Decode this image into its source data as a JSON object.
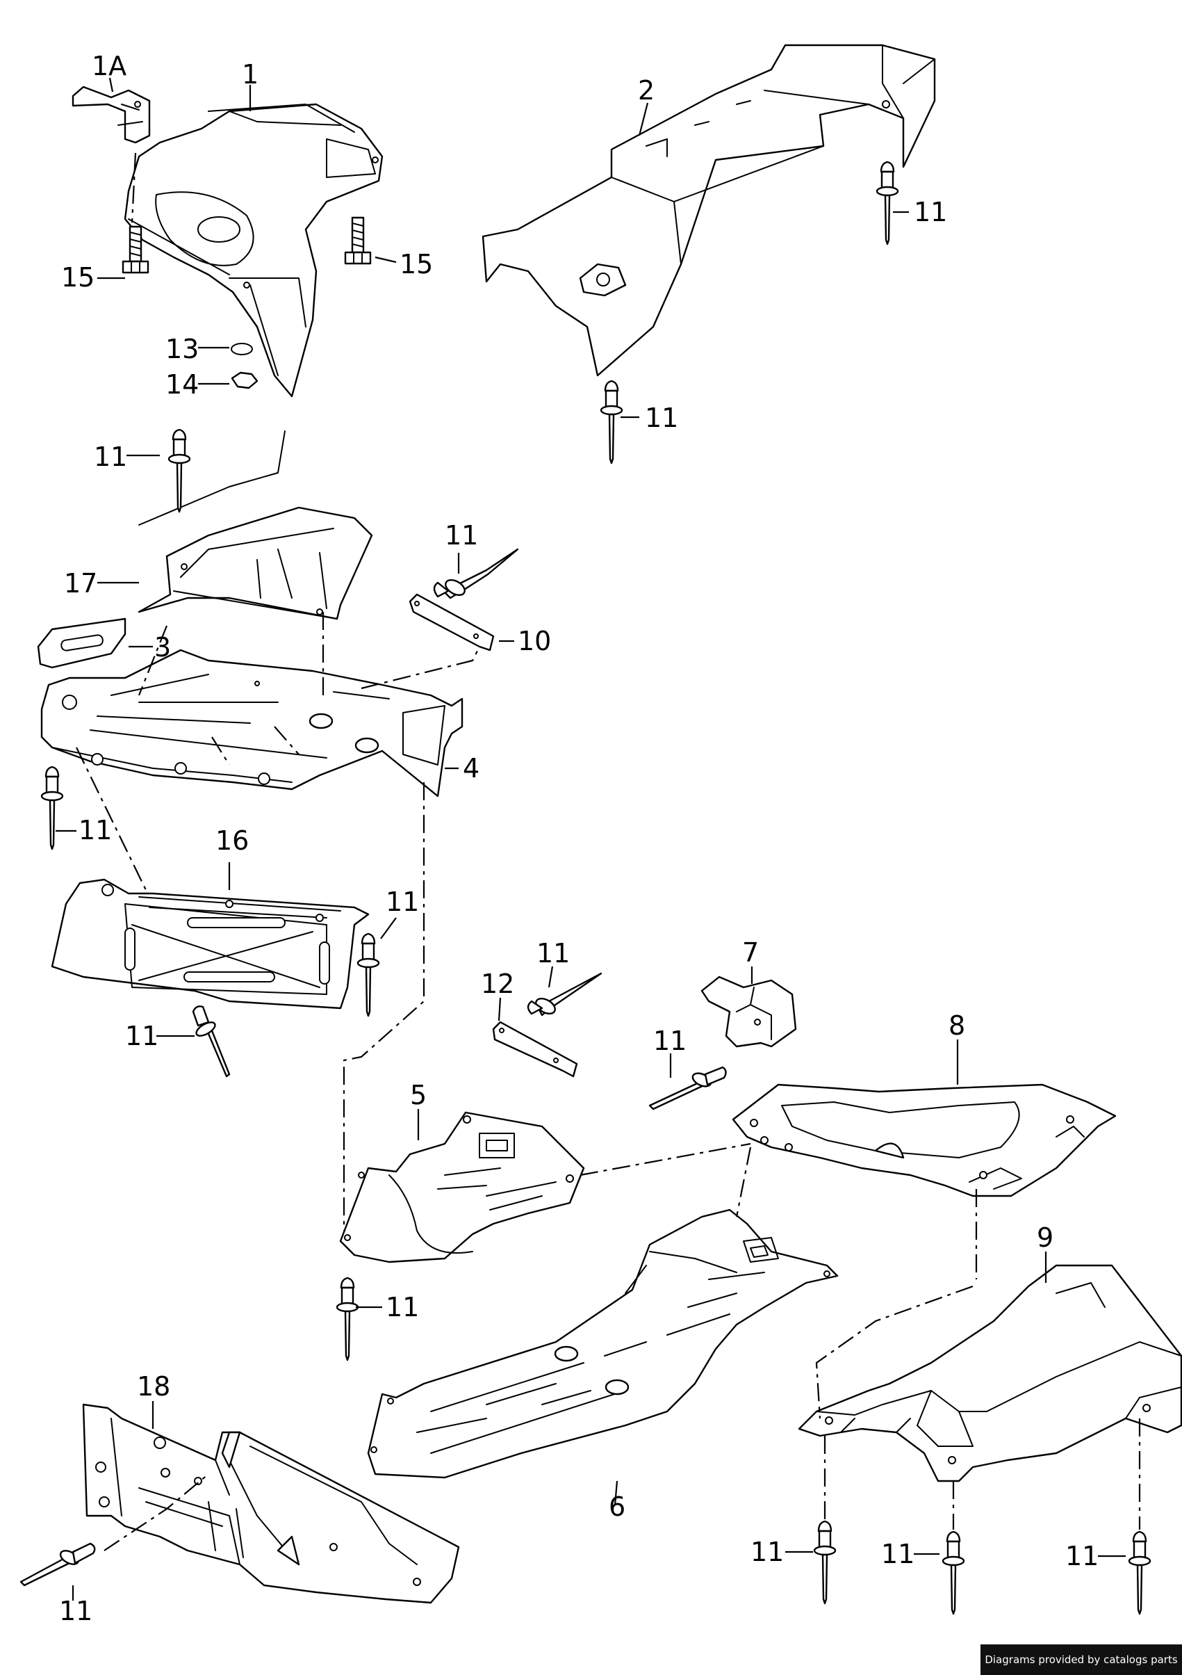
{
  "diagram": {
    "callouts": {
      "p1a": "1A",
      "p1": "1",
      "p2": "2",
      "p3": "3",
      "p4": "4",
      "p5": "5",
      "p6": "6",
      "p7": "7",
      "p8": "8",
      "p9": "9",
      "p10": "10",
      "p11": "11",
      "p12": "12",
      "p13": "13",
      "p14": "14",
      "p15": "15",
      "p16": "16",
      "p17": "17",
      "p18": "18"
    }
  },
  "footer": {
    "credit": "Diagrams provided by catalogs parts"
  }
}
